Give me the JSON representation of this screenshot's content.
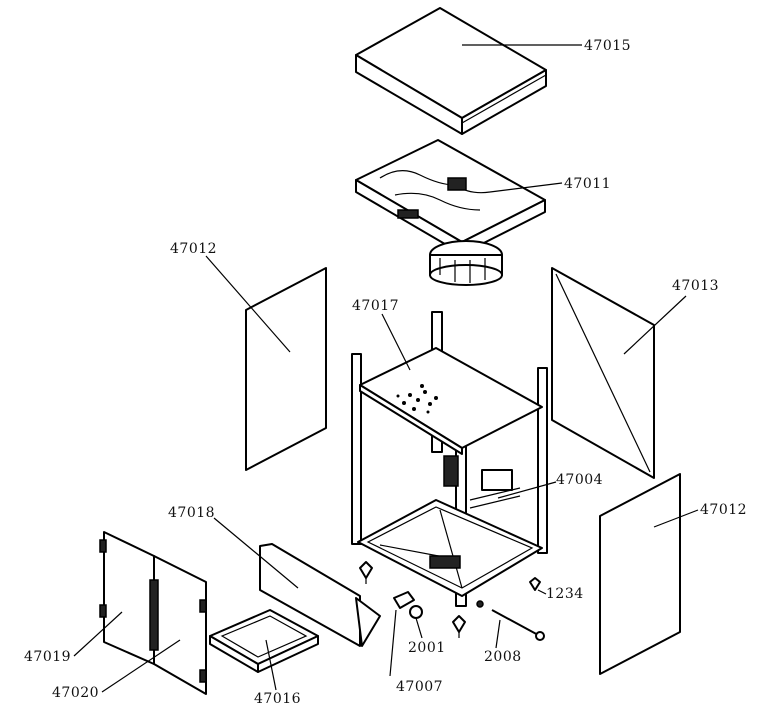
{
  "labels": {
    "top_cover": "47015",
    "control_panel": "47011",
    "left_panel": "47012",
    "right_panel_back": "47013",
    "right_panel_front": "47012",
    "insulation_top": "47017",
    "inner_frame": "47004",
    "door_panel": "47018",
    "door_left": "47019",
    "door_right": "47020",
    "door_gasket_frame": "47016",
    "latch": "47007",
    "foot_small": "2001",
    "rod": "2008",
    "screw": "1234"
  }
}
